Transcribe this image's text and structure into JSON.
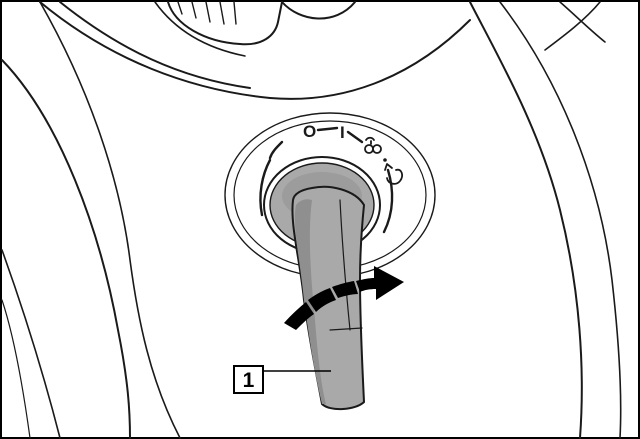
{
  "callouts": [
    {
      "label": "1"
    }
  ],
  "switch_positions": [
    {
      "symbol": "O"
    },
    {
      "symbol": "I"
    }
  ],
  "icons": {
    "preheat": "glow-plug-icon",
    "start": "engine-start-icon",
    "rotation": "rotation-arrow-icon"
  },
  "colors": {
    "line": "#1a1a1a",
    "background": "#ffffff",
    "key_gray": "#a9a9a9",
    "key_shadow": "#8f8f8f",
    "arrow_fill": "#000000"
  }
}
